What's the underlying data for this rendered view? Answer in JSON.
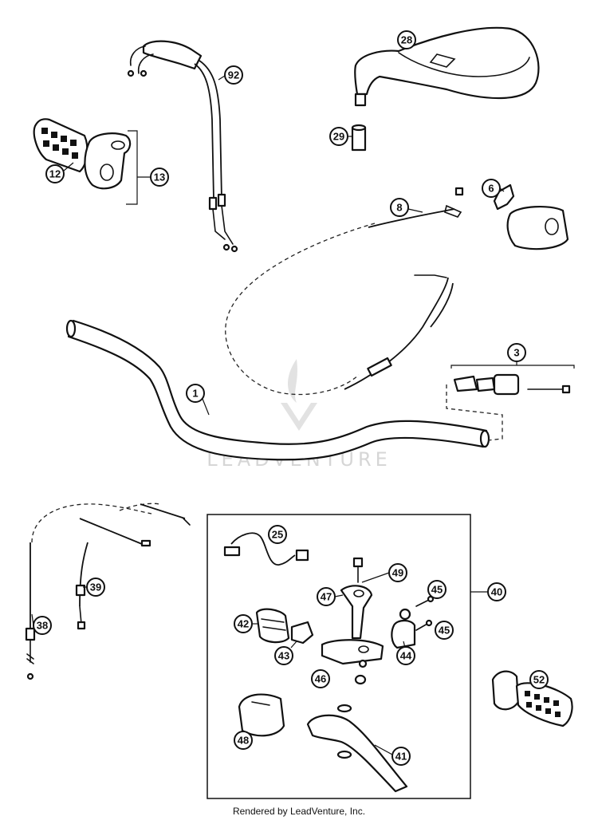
{
  "watermark": "LEADVENTURE",
  "footer": "Rendered by LeadVenture, Inc.",
  "callouts": [
    "1",
    "3",
    "6",
    "8",
    "12",
    "13",
    "25",
    "28",
    "29",
    "38",
    "39",
    "40",
    "41",
    "42",
    "43",
    "44",
    "45",
    "45",
    "46",
    "47",
    "48",
    "49",
    "52",
    "92"
  ]
}
